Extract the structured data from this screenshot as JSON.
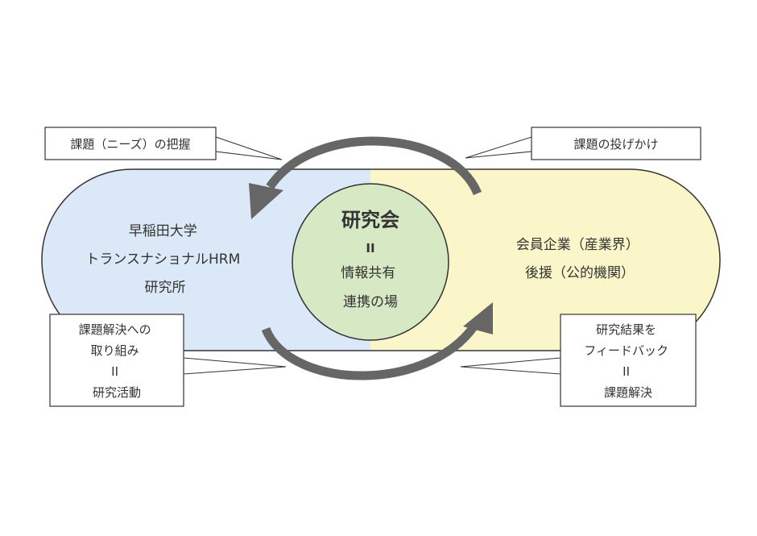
{
  "left_org": {
    "lines": [
      "早稲田大学",
      "トランスナショナルHRM",
      "研究所"
    ]
  },
  "right_org": {
    "lines": [
      "会員企業（産業界）",
      "後援（公的機関）"
    ]
  },
  "center": {
    "title": "研究会",
    "equals": "II",
    "lines": [
      "情報共有",
      "連携の場"
    ]
  },
  "callouts": {
    "top_left": {
      "lines": [
        "課題（ニーズ）の把握"
      ]
    },
    "top_right": {
      "lines": [
        "課題の投げかけ"
      ]
    },
    "bottom_left": {
      "lines": [
        "課題解決への",
        "取り組み",
        "II",
        "研究活動"
      ]
    },
    "bottom_right": {
      "lines": [
        "研究結果を",
        "フィードバック",
        "II",
        "課題解決"
      ]
    }
  },
  "colors": {
    "left_fill": "#dbe8f7",
    "right_fill": "#fbf6c9",
    "center_fill": "#d6e8c4",
    "outline": "#333333",
    "arrow": "#666666"
  }
}
